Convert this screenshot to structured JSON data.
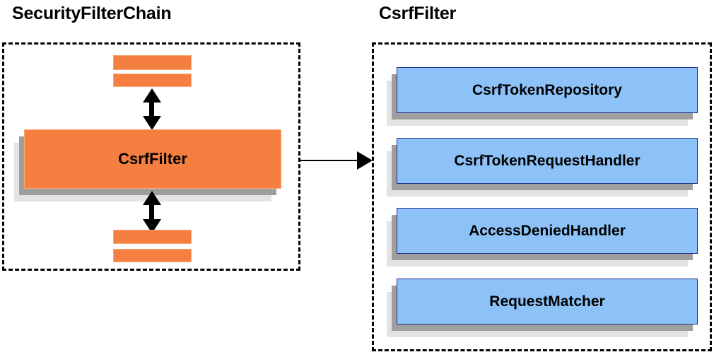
{
  "diagram": {
    "title_left": "SecurityFilterChain",
    "title_right": "CsrfFilter",
    "colors": {
      "orange_fill": "#f57f40",
      "orange_border": "#f9a878",
      "blue_fill": "#8cc2f7",
      "blue_border": "#1f2f8f",
      "shadow_dark": "#9e9e9e",
      "shadow_light": "#e3e3e3",
      "outline": "#000000"
    }
  },
  "left_panel": {
    "title": "SecurityFilterChain",
    "main_box_label": "CsrfFilter",
    "top_bars": [
      "",
      ""
    ],
    "bottom_bars": [
      "",
      ""
    ],
    "arrow_up_label": "",
    "arrow_down_label": ""
  },
  "right_panel": {
    "title": "CsrfFilter",
    "components": [
      {
        "label": "CsrfTokenRepository"
      },
      {
        "label": "CsrfTokenRequestHandler"
      },
      {
        "label": "AccessDeniedHandler"
      },
      {
        "label": "RequestMatcher"
      }
    ]
  },
  "connector": {
    "label": "",
    "direction": "right"
  }
}
